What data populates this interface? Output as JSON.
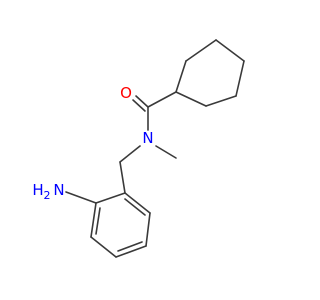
{
  "molecule": {
    "atoms": {
      "oxygen": {
        "symbol": "O",
        "color": "#ff0000"
      },
      "amide_nitrogen": {
        "symbol": "N",
        "color": "#0000ff"
      },
      "amine_nitrogen": {
        "symbol": "N",
        "hydrogen": "H",
        "count": "2",
        "color": "#0000ff"
      }
    },
    "bond_color": "#3a3a3a"
  }
}
